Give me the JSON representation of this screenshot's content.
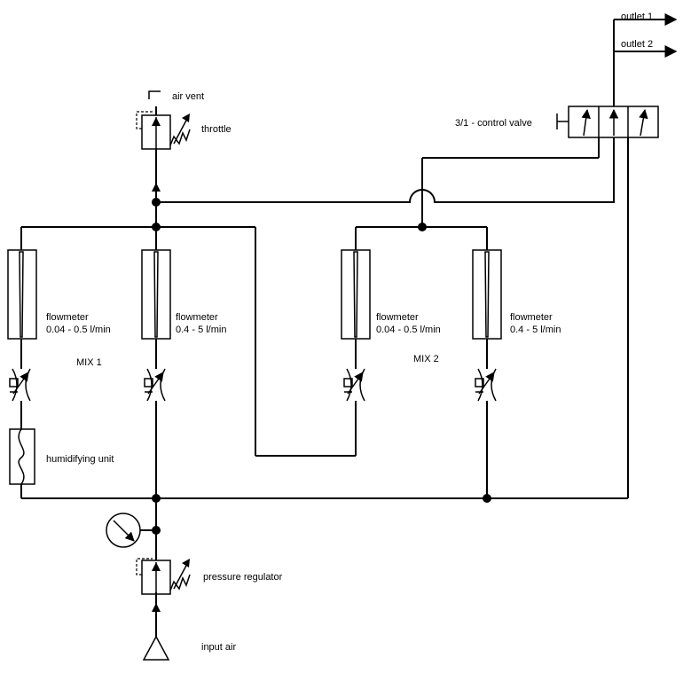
{
  "labels": {
    "outlet_1": "outlet 1",
    "outlet_2": "outlet 2",
    "air_vent": "air vent",
    "throttle": "throttle",
    "control_valve": "3/1 - control valve",
    "mix_1": "MIX 1",
    "mix_2": "MIX 2",
    "humidifying_unit": "humidifying unit",
    "pressure_regulator": "pressure regulator",
    "input_air": "input air"
  },
  "flowmeters": [
    {
      "name": "flowmeter",
      "range": "0.04 - 0.5 l/min"
    },
    {
      "name": "flowmeter",
      "range": "0.4 - 5 l/min"
    },
    {
      "name": "flowmeter",
      "range": "0.04 - 0.5 l/min"
    },
    {
      "name": "flowmeter",
      "range": "0.4 - 5 l/min"
    }
  ],
  "colors": {
    "line": "#000000",
    "background": "#ffffff"
  }
}
